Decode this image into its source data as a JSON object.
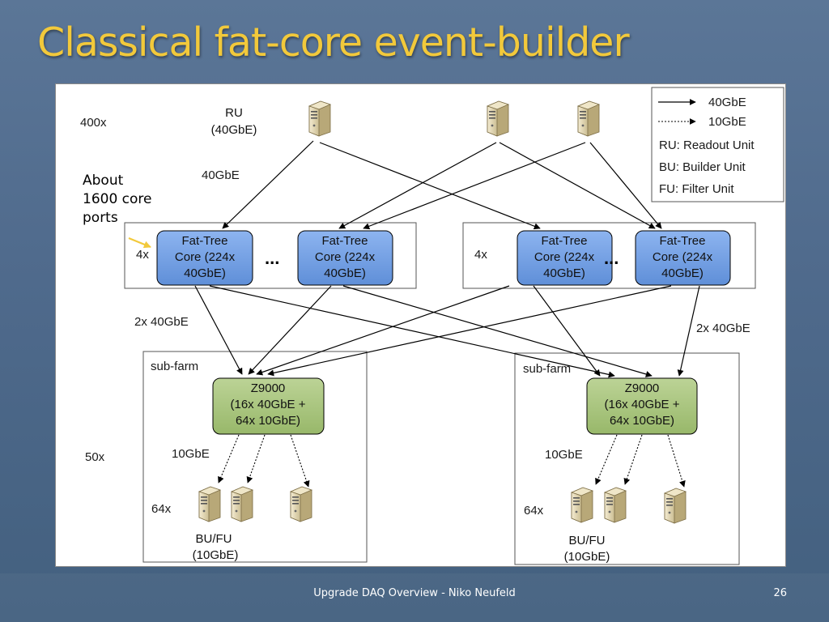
{
  "slide": {
    "title": "Classical fat-core event-builder",
    "footer": "Upgrade DAQ Overview - Niko Neufeld",
    "page_number": "26"
  },
  "diagram": {
    "note_lines": [
      "About",
      "1600 core",
      "ports"
    ],
    "left_labels": {
      "ru_count": "400x",
      "core_count_left": "4x",
      "core_count_right": "4x",
      "subfarm_count": "50x",
      "node_count_left": "64x",
      "node_count_right": "64x"
    },
    "ru_label": [
      "RU",
      "(40GbE)"
    ],
    "link_40": "40GbE",
    "uplink_left": "2x 40GbE",
    "uplink_right": "2x 40GbE",
    "ellipsis": "...",
    "core_box": [
      "Fat-Tree",
      "Core (224x",
      "40GbE)"
    ],
    "subfarm_label": "sub-farm",
    "switch_box": [
      "Z9000",
      "(16x 40GbE +",
      "64x 10GbE)"
    ],
    "link_10_left": "10GbE",
    "link_10_right": "10GbE",
    "node_label": [
      "BU/FU",
      "(10GbE)"
    ],
    "legend": {
      "solid": "40GbE",
      "dotted": "10GbE",
      "ru": "RU: Readout Unit",
      "bu": "BU: Builder Unit",
      "fu": "FU: Filter Unit"
    },
    "colors": {
      "core_fill": "#6f9ee3",
      "switch_fill": "#a8c37e",
      "server": "#e8dcb8",
      "arrow_accent": "#f2c93b"
    },
    "icons": {
      "server": "server-icon",
      "arrow": "arrow-icon"
    }
  }
}
